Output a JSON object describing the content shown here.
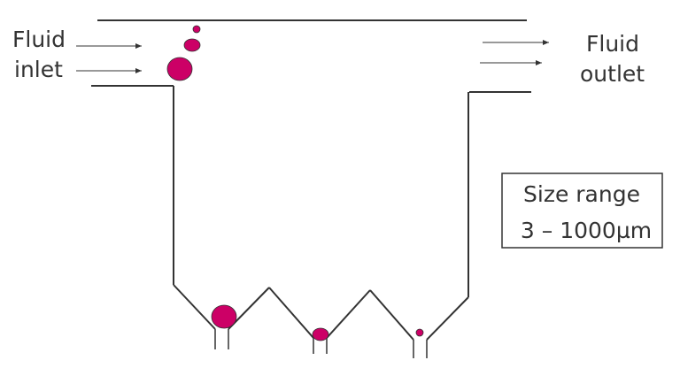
{
  "labels": {
    "inlet_line1": "Fluid",
    "inlet_line2": "inlet",
    "outlet_line1": "Fluid",
    "outlet_line2": "outlet",
    "size_range_line1": "Size range",
    "size_range_line2": "3 – 1000µm"
  },
  "colors": {
    "particle": "#cc0066",
    "stroke": "#333333"
  }
}
